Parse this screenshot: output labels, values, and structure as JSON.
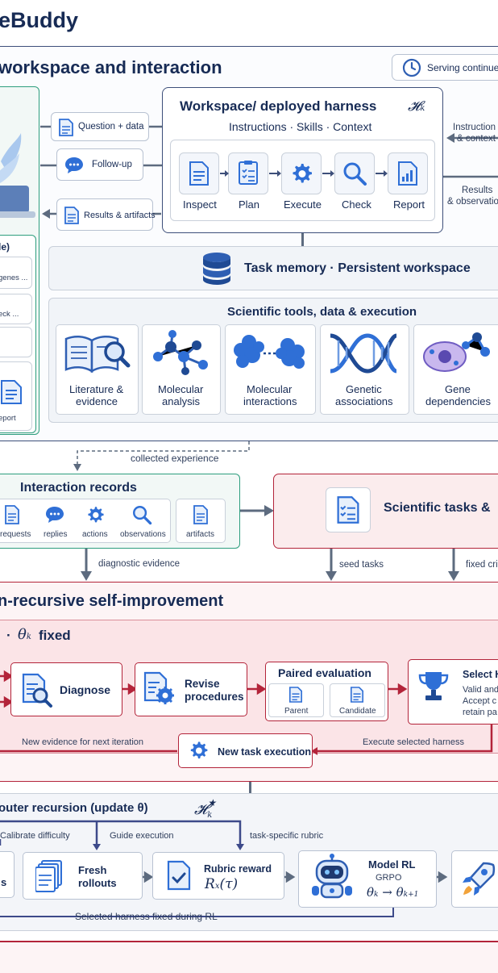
{
  "header": {
    "title": "eBuddy"
  },
  "section1": {
    "title": "workspace and interaction",
    "serving_badge": "Serving continues",
    "harness": {
      "title": "Workspace/ deployed harness",
      "symbol": "𝓗k",
      "subtitle": "Instructions · Skills · Context"
    },
    "steps": [
      {
        "label": "Inspect",
        "icon": "document-icon"
      },
      {
        "label": "Plan",
        "icon": "checklist-icon"
      },
      {
        "label": "Execute",
        "icon": "gear-icon"
      },
      {
        "label": "Check",
        "icon": "magnifier-icon"
      },
      {
        "label": "Report",
        "icon": "report-chart-icon"
      }
    ],
    "left_arrows": {
      "question": "Question + data",
      "followup": "Follow-up",
      "results": "Results & artifacts"
    },
    "right_arrows": {
      "top_line1": "Instruction",
      "top_line2": "& context",
      "bottom_line1": "Results",
      "bottom_line2": "& observation"
    },
    "left_panel": {
      "title": "le)",
      "item1": "genes ...",
      "item2": "eck ...",
      "item3": "eport"
    },
    "memory": "Task memory · Persistent workspace",
    "tools": {
      "title": "Scientific tools, data & execution",
      "items": [
        {
          "line1": "Literature &",
          "line2": "evidence"
        },
        {
          "line1": "Molecular",
          "line2": "analysis"
        },
        {
          "line1": "Molecular",
          "line2": "interactions"
        },
        {
          "line1": "Genetic",
          "line2": "associations"
        },
        {
          "line1": "Gene",
          "line2": "dependencies"
        }
      ]
    }
  },
  "flow": {
    "collected": "collected experience",
    "records": {
      "title": "Interaction records",
      "items": [
        "requests",
        "replies",
        "actions",
        "observations",
        "artifacts"
      ]
    },
    "tasks_title": "Scientific tasks &",
    "diagnostic": "diagnostic evidence",
    "seed": "seed tasks",
    "fixed_crit": "fixed cri"
  },
  "section2": {
    "title": "n-recursive self-improvement",
    "sub_prefix": "·",
    "theta": "θk",
    "sub_suffix": "fixed",
    "diagnose": "Diagnose",
    "revise_line1": "Revise",
    "revise_line2": "procedures",
    "paired": {
      "title": "Paired evaluation",
      "parent": "Parent",
      "candidate": "Candidate"
    },
    "select": {
      "title": "Select H",
      "line1": "Valid and",
      "line2": "Accept c",
      "line3": "retain pa"
    },
    "new_evidence": "New evidence for next iteration",
    "new_task": "New task execution",
    "execute_selected": "Execute selected harness"
  },
  "section3": {
    "title": "outer recursion (update θ)",
    "symbol": "𝓗k★",
    "calibrate": "Calibrate difficulty",
    "guide": "Guide execution",
    "rubric_label": "task-specific rubric",
    "left_cut": "s",
    "fresh_line1": "Fresh",
    "fresh_line2": "rollouts",
    "rubric_title": "Rubric reward",
    "rubric_formula": "Rx(τ)",
    "model_title": "Model RL",
    "grpo": "GRPO",
    "theta_update": "θk → θk+1",
    "selected_fixed": "Selected harness fixed during RL"
  },
  "colors": {
    "navy": "#172b55",
    "blue": "#2f6fd6",
    "crimson": "#b3243a",
    "teal": "#2e9e7e",
    "pinkbg": "#fbeced"
  }
}
